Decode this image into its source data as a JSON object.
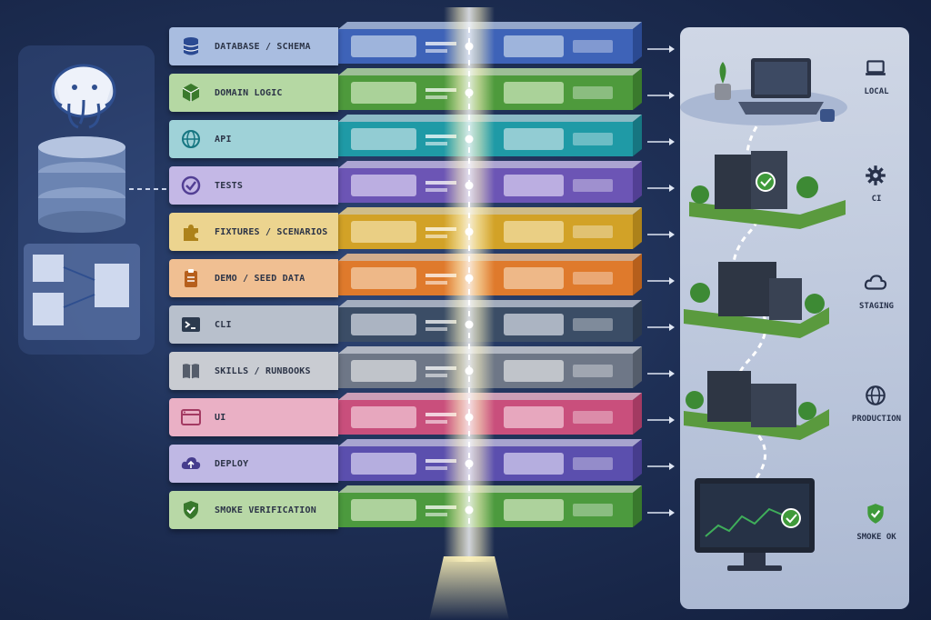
{
  "layers": [
    {
      "label": "Database / Schema",
      "icon": "database-icon",
      "color": "#3e63b8",
      "light": "#a9bde0",
      "dark": "#2b4a92"
    },
    {
      "label": "Domain Logic",
      "icon": "cube-icon",
      "color": "#4e9a3c",
      "light": "#b5d8a3",
      "dark": "#3a7a2c"
    },
    {
      "label": "API",
      "icon": "globe-icon",
      "color": "#1f9aa6",
      "light": "#9fd2d8",
      "dark": "#167681"
    },
    {
      "label": "Tests",
      "icon": "check-circle-icon",
      "color": "#6c55b5",
      "light": "#c4b8e6",
      "dark": "#523f94"
    },
    {
      "label": "Fixtures / Scenarios",
      "icon": "puzzle-icon",
      "color": "#d2a227",
      "light": "#ecd48f",
      "dark": "#ad821a"
    },
    {
      "label": "Demo / Seed Data",
      "icon": "clipboard-icon",
      "color": "#df7a2c",
      "light": "#f0bf92",
      "dark": "#b65f1c"
    },
    {
      "label": "CLI",
      "icon": "terminal-icon",
      "color": "#3b4d66",
      "light": "#b8c0cc",
      "dark": "#2c3a4e"
    },
    {
      "label": "Skills / Runbooks",
      "icon": "book-icon",
      "color": "#6e7787",
      "light": "#c9ccd2",
      "dark": "#555d6b"
    },
    {
      "label": "UI",
      "icon": "window-icon",
      "color": "#c94f7c",
      "light": "#eab0c5",
      "dark": "#a33a62"
    },
    {
      "label": "Deploy",
      "icon": "cloud-upload-icon",
      "color": "#5b4fae",
      "light": "#bfb8e4",
      "dark": "#463c8d"
    },
    {
      "label": "Smoke Verification",
      "icon": "shield-check-icon",
      "color": "#4c9a3e",
      "light": "#b8d8a6",
      "dark": "#38782c"
    }
  ],
  "environments": [
    {
      "label": "Local",
      "icon": "laptop-icon"
    },
    {
      "label": "CI",
      "icon": "gear-icon"
    },
    {
      "label": "Staging",
      "icon": "cloud-icon"
    },
    {
      "label": "Production",
      "icon": "globe-icon"
    },
    {
      "label": "Smoke OK",
      "icon": "shield-check-icon"
    }
  ],
  "colors": {
    "background": "#1e2f55",
    "beam": "#fff6c8",
    "panel": "#c8d3e8",
    "accent_green": "#3f9a3a"
  },
  "sidebar": {
    "database_logo": "elephant-icon",
    "db_icon": "database-icon",
    "schema_icon": "schema-diagram-icon"
  }
}
